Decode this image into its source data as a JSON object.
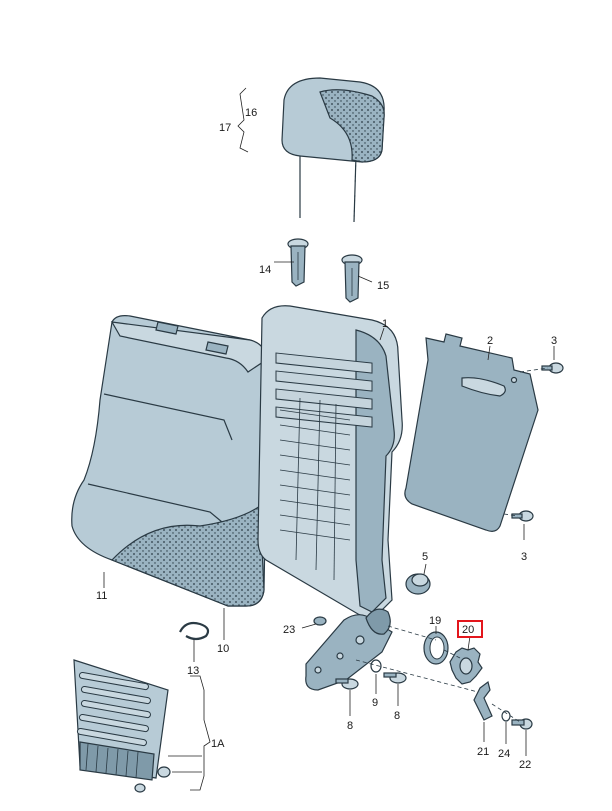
{
  "diagram": {
    "highlight_color": "#e3161c",
    "part_color": "#9ab3c1",
    "labels": {
      "p1": "1",
      "p1a": "1A",
      "p2": "2",
      "p3a": "3",
      "p3b": "3",
      "p5": "5",
      "p8a": "8",
      "p8b": "8",
      "p9": "9",
      "p10": "10",
      "p11": "11",
      "p13": "13",
      "p14": "14",
      "p15": "15",
      "p16": "16",
      "p17": "17",
      "p19": "19",
      "p20": "20",
      "p21": "21",
      "p22": "22",
      "p23": "23",
      "p24": "24"
    }
  }
}
